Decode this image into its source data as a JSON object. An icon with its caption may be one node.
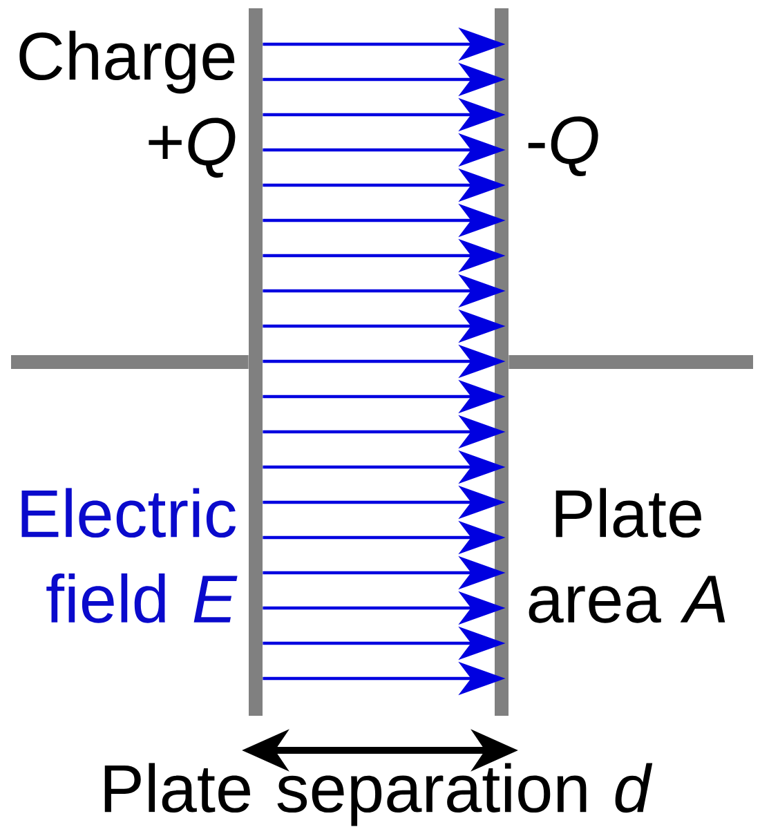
{
  "diagram": {
    "nodes": [
      {
        "text": [],
        "shape": "bar"
      },
      {
        "text": [],
        "shape": "bar"
      }
    ],
    "edges": [
      {
        "from": null,
        "to": 0,
        "arrow": "none",
        "style": "thick",
        "color": "#808080"
      },
      {
        "from": 1,
        "to": null,
        "arrow": "none",
        "style": "thick",
        "color": "#808080"
      },
      {
        "from": 0,
        "to": 1,
        "arrow": "to"
      },
      {
        "from": 0,
        "to": 1,
        "arrow": "to"
      },
      {
        "from": 0,
        "to": 1,
        "arrow": "to"
      },
      {
        "from": 0,
        "to": 1,
        "arrow": "to"
      },
      {
        "from": 0,
        "to": 1,
        "arrow": "to"
      },
      {
        "from": 0,
        "to": 1,
        "arrow": "to"
      },
      {
        "from": 0,
        "to": 1,
        "arrow": "to"
      },
      {
        "from": 0,
        "to": 1,
        "arrow": "to"
      },
      {
        "from": 0,
        "to": 1,
        "arrow": "to"
      },
      {
        "from": 0,
        "to": 1,
        "arrow": "to"
      },
      {
        "from": 0,
        "to": 1,
        "arrow": "to"
      },
      {
        "from": 0,
        "to": 1,
        "arrow": "to"
      },
      {
        "from": 0,
        "to": 1,
        "arrow": "to"
      },
      {
        "from": 0,
        "to": 1,
        "arrow": "to"
      },
      {
        "from": 0,
        "to": 1,
        "arrow": "to"
      },
      {
        "from": 0,
        "to": 1,
        "arrow": "to"
      },
      {
        "from": 0,
        "to": 1,
        "arrow": "to"
      },
      {
        "from": 0,
        "to": 1,
        "arrow": "to"
      },
      {
        "from": 0,
        "to": 1,
        "arrow": "to"
      }
    ],
    "labels": [
      "Charge +*Q*",
      "-*Q*",
      "Electric field *E*",
      "Plate area *A*",
      "Plate separation *d*"
    ]
  }
}
